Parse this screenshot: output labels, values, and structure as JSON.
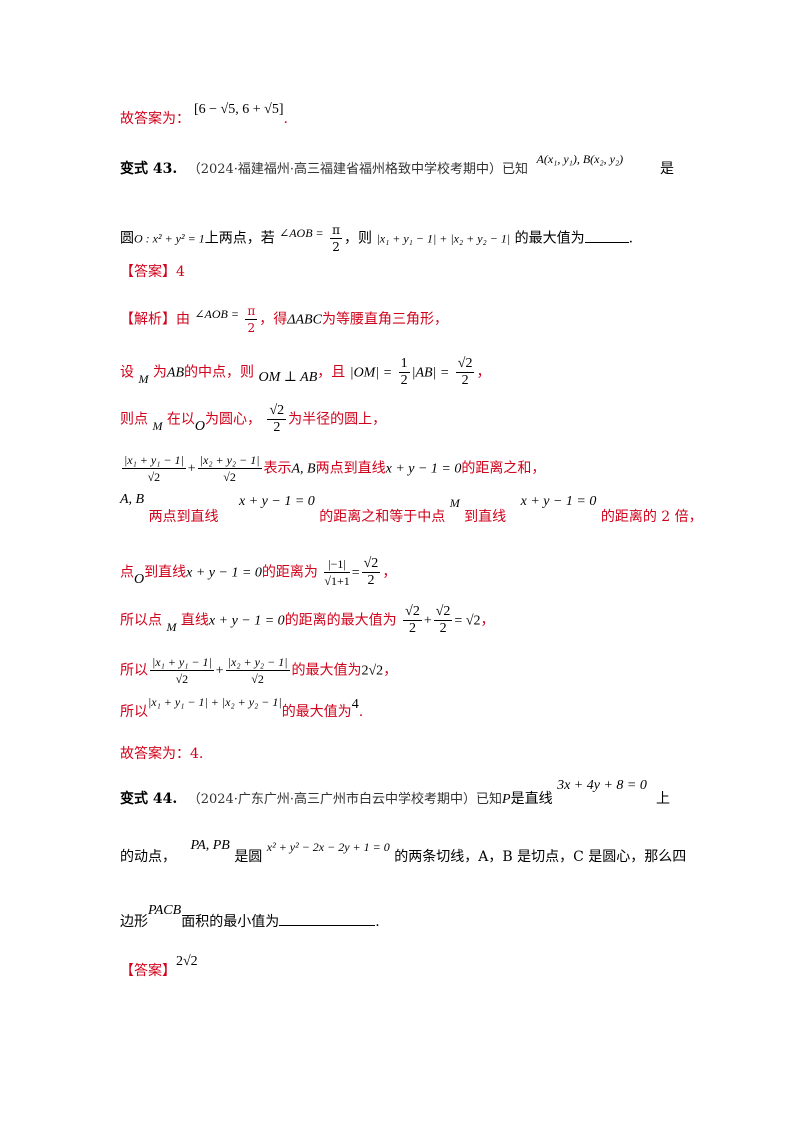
{
  "doc": {
    "l1_label": "故答案为：",
    "l1_math": "[6 − √5, 6 + √5]",
    "l1_end": ".",
    "q43_label": "变式 43.",
    "q43_source": "（2024·福建福州·高三福建省福州格致中学校考期中）已知",
    "q43_points": "A(x₁, y₁), B(x₂, y₂)",
    "q43_shi": "是",
    "q43_circle_pre": "圆",
    "q43_circle_eq": "O : x² + y² = 1",
    "q43_mid": "上两点，若",
    "q43_angle": "∠AOB =",
    "q43_pi": "π",
    "q43_two": "2",
    "q43_then": "，则",
    "q43_expr": "|x₁ + y₁ − 1| + |x₂ + y₂ − 1|",
    "q43_ask": "的最大值为",
    "q43_end": ".",
    "ans43_label": "【答案】",
    "ans43_value": "4",
    "sol_label": "【解析】",
    "sol_you": "由",
    "sol_angle": "∠AOB =",
    "sol_pi": "π",
    "sol_two": "2",
    "sol_c1": "，得",
    "sol_tri": "ΔABC",
    "sol_c2": "为等腰直角三角形，",
    "s2_a": "设",
    "s2_M": "M",
    "s2_b": "为",
    "s2_AB": "AB",
    "s2_c": "的中点，则",
    "s2_perp": "OM ⊥ AB",
    "s2_d": "，且",
    "s2_eq": "|OM| =",
    "s2_half_n": "1",
    "s2_half_d": "2",
    "s2_ab": "|AB| =",
    "s2_r2": "√2",
    "s2_two": "2",
    "s2_end": "，",
    "s3_a": "则点",
    "s3_M": "M",
    "s3_b": "在以",
    "s3_O": "O",
    "s3_c": "为圆心，",
    "s3_r2": "√2",
    "s3_two": "2",
    "s3_d": "为半径的圆上，",
    "s4_n1": "|x₁ + y₁ − 1|",
    "s4_d1": "√2",
    "s4_plus": "+",
    "s4_n2": "|x₂ + y₂ − 1|",
    "s4_d2": "√2",
    "s4_a": "表示",
    "s4_AB": "A, B",
    "s4_b": "两点到直线",
    "s4_line": "x + y − 1 = 0",
    "s4_c": "的距离之和，",
    "s5_AB": "A, B",
    "s5_a": "两点到直线",
    "s5_line1": "x + y − 1 = 0",
    "s5_b": "的距离之和等于中点",
    "s5_M": "M",
    "s5_c": "到直线",
    "s5_line2": "x + y − 1 = 0",
    "s5_d": "的距离的 2 倍，",
    "s6_a": "点",
    "s6_O": "O",
    "s6_b": "到直线",
    "s6_line": "x + y − 1 = 0",
    "s6_c": "的距离为",
    "s6_num": "|−1|",
    "s6_den": "√1+1",
    "s6_eq": "=",
    "s6_r2": "√2",
    "s6_two": "2",
    "s6_end": "，",
    "s7_a": "所以点",
    "s7_M": "M",
    "s7_b": "直线",
    "s7_line": "x + y − 1 = 0",
    "s7_c": "的距离的最大值为",
    "s7_r1": "√2",
    "s7_t1": "2",
    "s7_plus": "+",
    "s7_r2": "√2",
    "s7_t2": "2",
    "s7_eq": "= √2",
    "s7_end": "，",
    "s8_a": "所以",
    "s8_n1": "|x₁ + y₁ − 1|",
    "s8_d1": "√2",
    "s8_plus": "+",
    "s8_n2": "|x₂ + y₂ − 1|",
    "s8_d2": "√2",
    "s8_b": "的最大值为",
    "s8_val": "2√2",
    "s8_end": "，",
    "s9_a": "所以",
    "s9_expr": "|x₁ + y₁ − 1| + |x₂ + y₂ − 1|",
    "s9_b": "的最大值为",
    "s9_val": "4",
    "s9_end": ".",
    "fin_label": "故答案为：4.",
    "q44_label": "变式 44.",
    "q44_source": "（2024·广东广州·高三广州市白云中学校考期中）已知",
    "q44_P": "P",
    "q44_a": "是直线",
    "q44_line": "3x + 4y + 8 = 0",
    "q44_shang": "上",
    "q44_b": "的动点，",
    "q44_PAPB": "PA, PB",
    "q44_c": "是圆",
    "q44_circle": "x² + y² − 2x − 2y + 1 = 0",
    "q44_d": "的两条切线，A，B 是切点，C 是圆心，那么四",
    "q44_e": "边形",
    "q44_PACB": "PACB",
    "q44_f": "面积的最小值为",
    "q44_end": ".",
    "ans44_label": "【答案】",
    "ans44_value": "2√2"
  }
}
